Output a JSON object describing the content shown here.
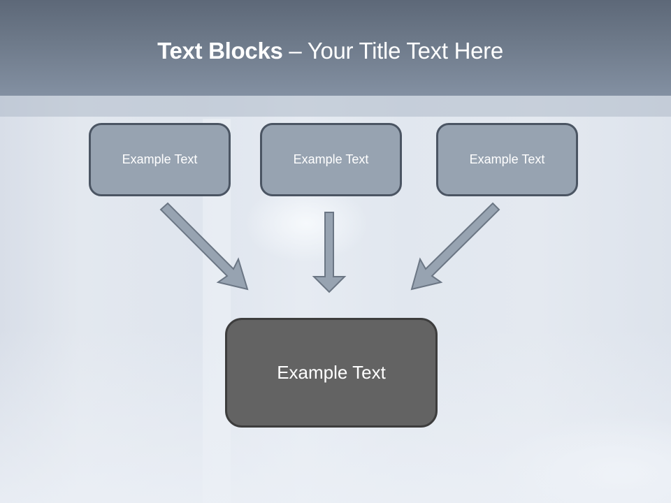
{
  "slide": {
    "title_bold": "Text Blocks",
    "title_dash": " – ",
    "title_rest": "Your Title Text Here",
    "header_color": "#6e7a8a",
    "box_color": "#97a3b1",
    "main_box_color": "#636363",
    "arrow_color": "#97a3b1"
  },
  "blocks": {
    "top": [
      {
        "label": "Example Text"
      },
      {
        "label": "Example Text"
      },
      {
        "label": "Example Text"
      }
    ],
    "bottom": {
      "label": "Example Text"
    }
  },
  "arrows": [
    {
      "from": "top.0",
      "to": "bottom",
      "direction": "down-right"
    },
    {
      "from": "top.1",
      "to": "bottom",
      "direction": "down"
    },
    {
      "from": "top.2",
      "to": "bottom",
      "direction": "down-left"
    }
  ]
}
